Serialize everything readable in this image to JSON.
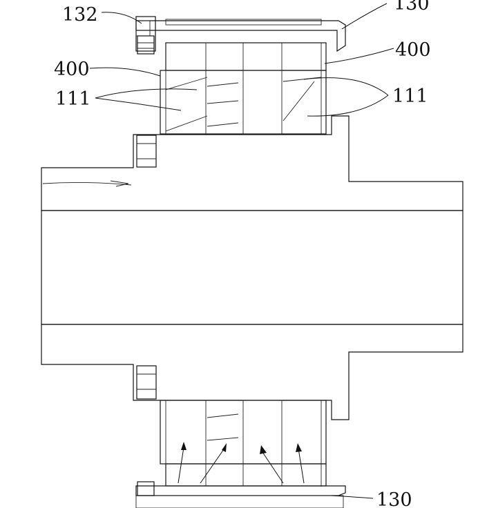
{
  "labels": {
    "part_132": "132",
    "part_130_top": "130",
    "part_400_left": "400",
    "part_400_right": "400",
    "part_111_left": "111",
    "part_111_right": "111",
    "part_130_bottom": "130"
  },
  "colors": {
    "ink": "#111111",
    "paper": "#ffffff"
  }
}
